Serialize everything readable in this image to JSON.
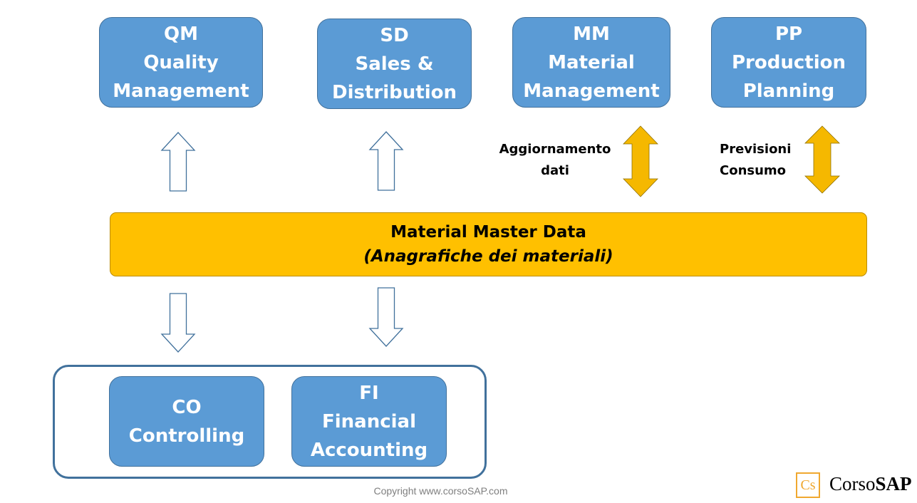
{
  "top_modules": {
    "qm": {
      "code": "QM",
      "line1": "Quality",
      "line2": "Management"
    },
    "sd": {
      "code": "SD",
      "line1": "Sales &",
      "line2": "Distribution"
    },
    "mm": {
      "code": "MM",
      "line1": "Material",
      "line2": "Management"
    },
    "pp": {
      "code": "PP",
      "line1": "Production",
      "line2": "Planning"
    }
  },
  "master": {
    "title": "Material Master Data",
    "subtitle": "(Anagrafiche dei materiali)"
  },
  "labels": {
    "mm_exchange": {
      "line1": "Aggiornamento",
      "line2": "dati"
    },
    "pp_exchange": {
      "line1": "Previsioni",
      "line2": "Consumo"
    }
  },
  "bottom_modules": {
    "co": {
      "code": "CO",
      "line1": "Controlling"
    },
    "fi": {
      "code": "FI",
      "line1": "Financial",
      "line2": "Accounting"
    }
  },
  "footer": {
    "copyright": "Copyright www.corsoSAP.com"
  },
  "logo": {
    "mark": "Cs",
    "name_regular": "Corso",
    "name_bold": "SAP"
  },
  "colors": {
    "module_fill": "#5b9bd5",
    "module_border": "#41719c",
    "master_fill": "#ffc000",
    "arrow_gold": "#f5b800",
    "arrow_outline": "#41719c"
  }
}
